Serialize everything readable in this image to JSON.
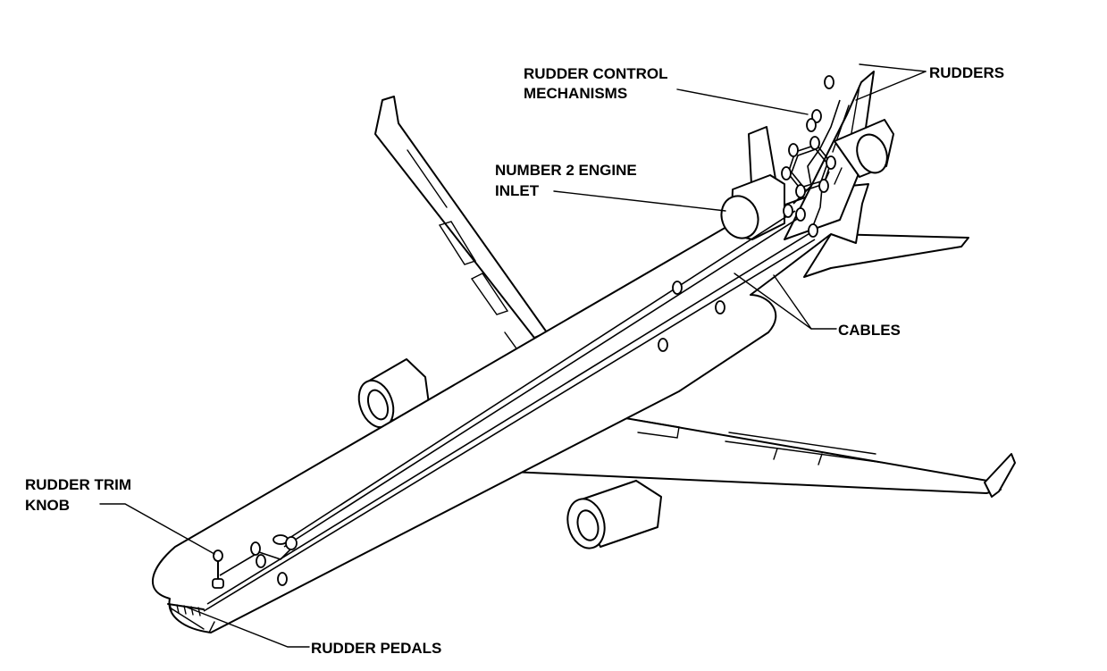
{
  "diagram": {
    "labels": {
      "rudder_control_line1": "RUDDER CONTROL",
      "rudder_control_line2": "MECHANISMS",
      "rudders": "RUDDERS",
      "engine_inlet_line1": "NUMBER 2 ENGINE",
      "engine_inlet_line2": "INLET",
      "cables": "CABLES",
      "trim_knob_line1": "RUDDER TRIM",
      "trim_knob_line2": "KNOB",
      "rudder_pedals": "RUDDER PEDALS"
    }
  }
}
